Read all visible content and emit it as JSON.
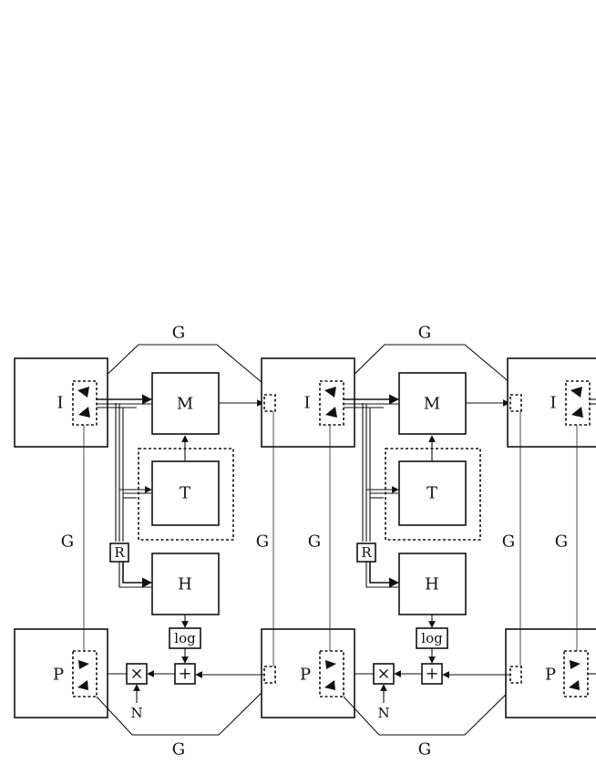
{
  "labels": {
    "input": "I",
    "memory": "M",
    "transform": "T",
    "router": "R",
    "hidden": "H",
    "log": "log",
    "sum": "+",
    "multiply": "×",
    "noise": "N",
    "output": "P",
    "gate": "G"
  }
}
